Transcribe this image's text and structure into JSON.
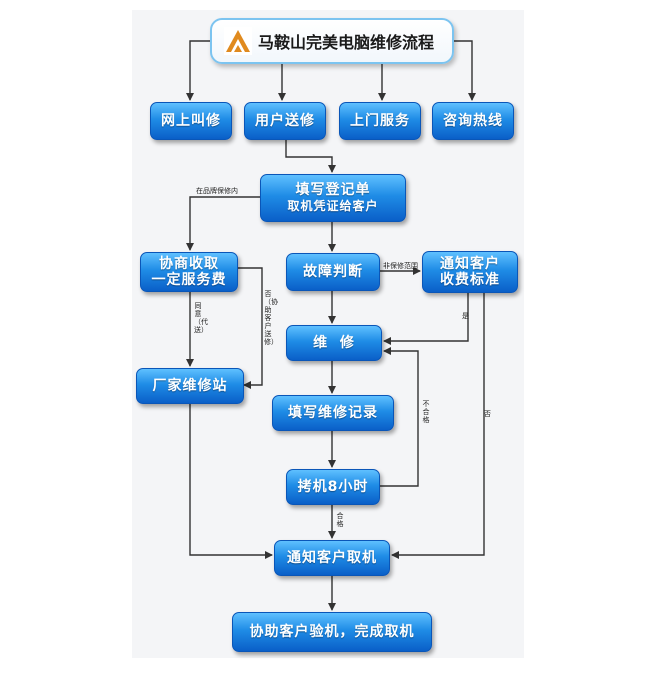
{
  "title": "马鞍山完美电脑维修流程",
  "nodes": {
    "online": "网上叫修",
    "dropoff": "用户送修",
    "onsite": "上门服务",
    "hotline": "咨询热线",
    "register_line1": "填写登记单",
    "register_line2": "取机凭证给客户",
    "negotiate_line1": "协商收取",
    "negotiate_line2": "一定服务费",
    "diagnose": "故障判断",
    "notify_fee_line1": "通知客户",
    "notify_fee_line2": "收费标准",
    "repair": "维  修",
    "factory": "厂家维修站",
    "record": "填写维修记录",
    "burnin": "拷机8小时",
    "notify_pickup": "通知客户取机",
    "finish": "协助客户验机，完成取机"
  },
  "labels": {
    "in_warranty": "在品牌保修内",
    "out_of_scope": "非保修范围",
    "agree": "同意（代送）",
    "disagree": "否（协助客户送修）",
    "yes": "是",
    "fail": "不合格",
    "no": "否",
    "pass": "合格"
  },
  "colors": {
    "box_top": "#5fc0ff",
    "box_bottom": "#0a5fc8",
    "arrow": "#333333",
    "logo": "#e08a1e"
  }
}
